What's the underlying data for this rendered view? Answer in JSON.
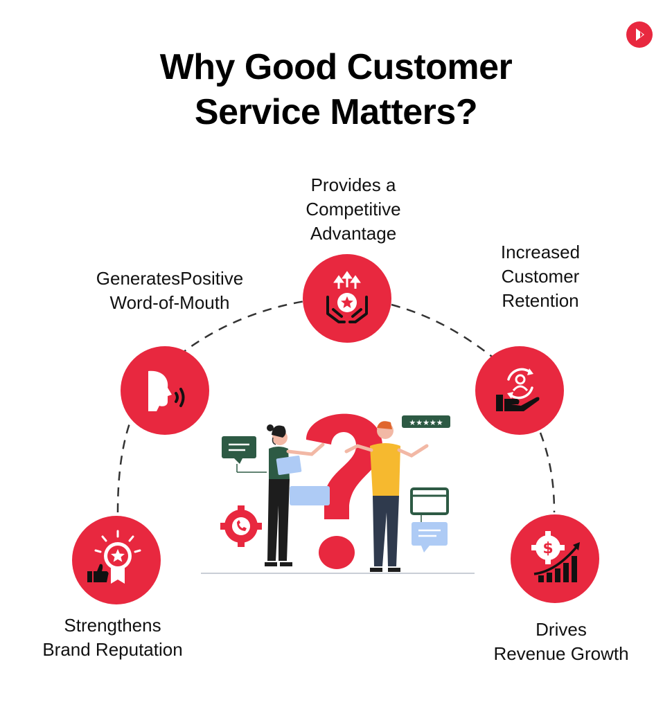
{
  "title": {
    "line1": "Why Good Customer",
    "line2": "Service Matters?"
  },
  "colors": {
    "accent": "#e8283f",
    "dark_green": "#2d5a44",
    "light_blue": "#aecbf5",
    "yellow": "#f6b92f"
  },
  "items": [
    {
      "id": "competitive-advantage",
      "icon": "hand-star-arrows-icon",
      "lines": [
        "Provides a",
        "Competitive",
        "Advantage"
      ]
    },
    {
      "id": "word-of-mouth",
      "icon": "speaking-head-icon",
      "lines": [
        "GeneratesPositive",
        "Word-of-Mouth"
      ]
    },
    {
      "id": "customer-retention",
      "icon": "hand-user-cycle-icon",
      "lines": [
        "Increased",
        "Customer",
        "Retention"
      ]
    },
    {
      "id": "brand-reputation",
      "icon": "award-badge-thumbs-up-icon",
      "lines": [
        "Strengthens",
        "Brand Reputation"
      ]
    },
    {
      "id": "revenue-growth",
      "icon": "dollar-gear-growth-chart-icon",
      "lines": [
        "Drives",
        "Revenue Growth"
      ]
    }
  ],
  "illustration": {
    "rating_stars": "★★★★★"
  }
}
